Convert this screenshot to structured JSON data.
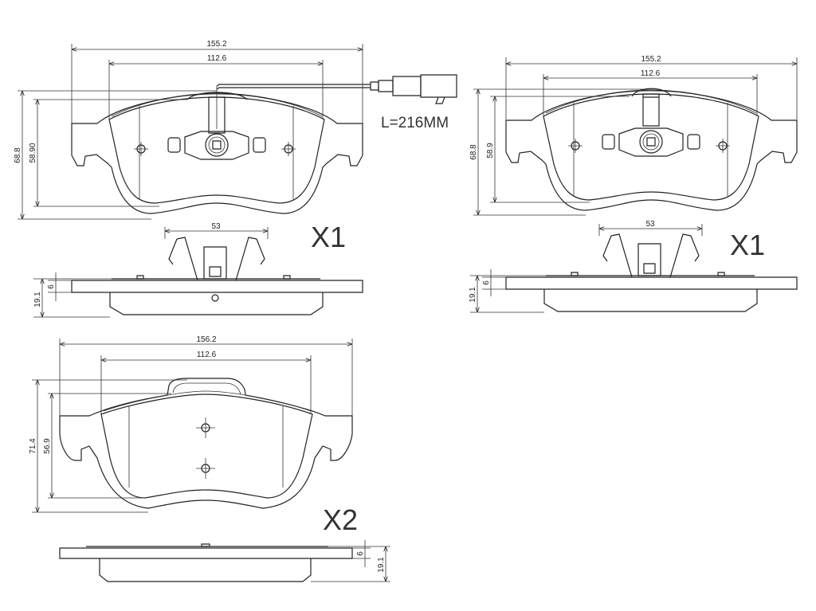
{
  "title": "Brake pad set technical drawing",
  "pad_outer_left": {
    "width_label": "155.2",
    "inner_width_label": "112.6",
    "height_label": "68.8",
    "inner_height_label": "58.90",
    "sensor_length_label": "L=216MM",
    "clip_width_label": "53",
    "quantity_label": "X1",
    "plate_thickness_label": "6",
    "total_thickness_label": "19.1"
  },
  "pad_outer_right": {
    "width_label": "155.2",
    "inner_width_label": "112.6",
    "height_label": "68.8",
    "inner_height_label": "58.9",
    "clip_width_label": "53",
    "quantity_label": "X1",
    "plate_thickness_label": "6",
    "total_thickness_label": "19.1"
  },
  "pad_inner": {
    "width_label": "156.2",
    "inner_width_label": "112.6",
    "height_label": "71.4",
    "inner_height_label": "56.9",
    "quantity_label": "X2",
    "plate_thickness_label": "6",
    "total_thickness_label": "19.1"
  }
}
